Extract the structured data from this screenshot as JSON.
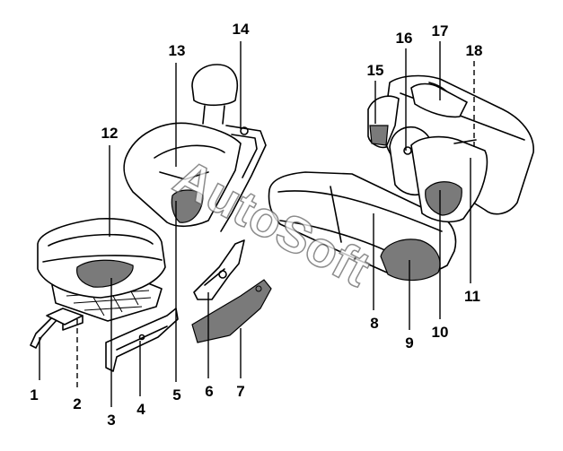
{
  "watermark": "AutoSoft",
  "callouts": [
    {
      "id": 1,
      "label": "1"
    },
    {
      "id": 2,
      "label": "2"
    },
    {
      "id": 3,
      "label": "3"
    },
    {
      "id": 4,
      "label": "4"
    },
    {
      "id": 5,
      "label": "5"
    },
    {
      "id": 6,
      "label": "6"
    },
    {
      "id": 7,
      "label": "7"
    },
    {
      "id": 8,
      "label": "8"
    },
    {
      "id": 9,
      "label": "9"
    },
    {
      "id": 10,
      "label": "10"
    },
    {
      "id": 11,
      "label": "11"
    },
    {
      "id": 12,
      "label": "12"
    },
    {
      "id": 13,
      "label": "13"
    },
    {
      "id": 14,
      "label": "14"
    },
    {
      "id": 15,
      "label": "15"
    },
    {
      "id": 16,
      "label": "16"
    },
    {
      "id": 17,
      "label": "17"
    },
    {
      "id": 18,
      "label": "18"
    }
  ]
}
